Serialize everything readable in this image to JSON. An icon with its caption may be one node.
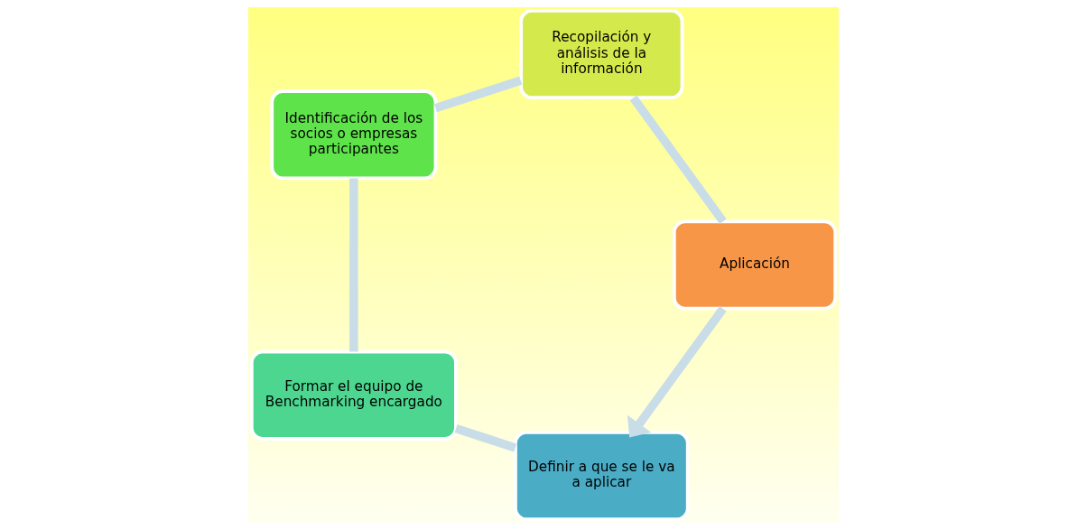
{
  "diagram": {
    "nodes": [
      {
        "text": [
          "Definir a que se le va a aplicar"
        ]
      },
      {
        "text": [
          "Formar el equipo de Benchmarking encargado"
        ]
      },
      {
        "text": [
          "Identificación de los socios o empresas participantes"
        ]
      },
      {
        "text": [
          "Recopilación y análisis de la información"
        ]
      },
      {
        "text": [
          "Aplicación"
        ]
      }
    ],
    "edges": [
      {
        "from": 0,
        "to": 1,
        "arrow": "none"
      },
      {
        "from": 1,
        "to": 2,
        "arrow": "none"
      },
      {
        "from": 2,
        "to": 3,
        "arrow": "none"
      },
      {
        "from": 3,
        "to": 4,
        "arrow": "none"
      },
      {
        "from": 4,
        "to": 0,
        "arrow": "to"
      }
    ]
  }
}
